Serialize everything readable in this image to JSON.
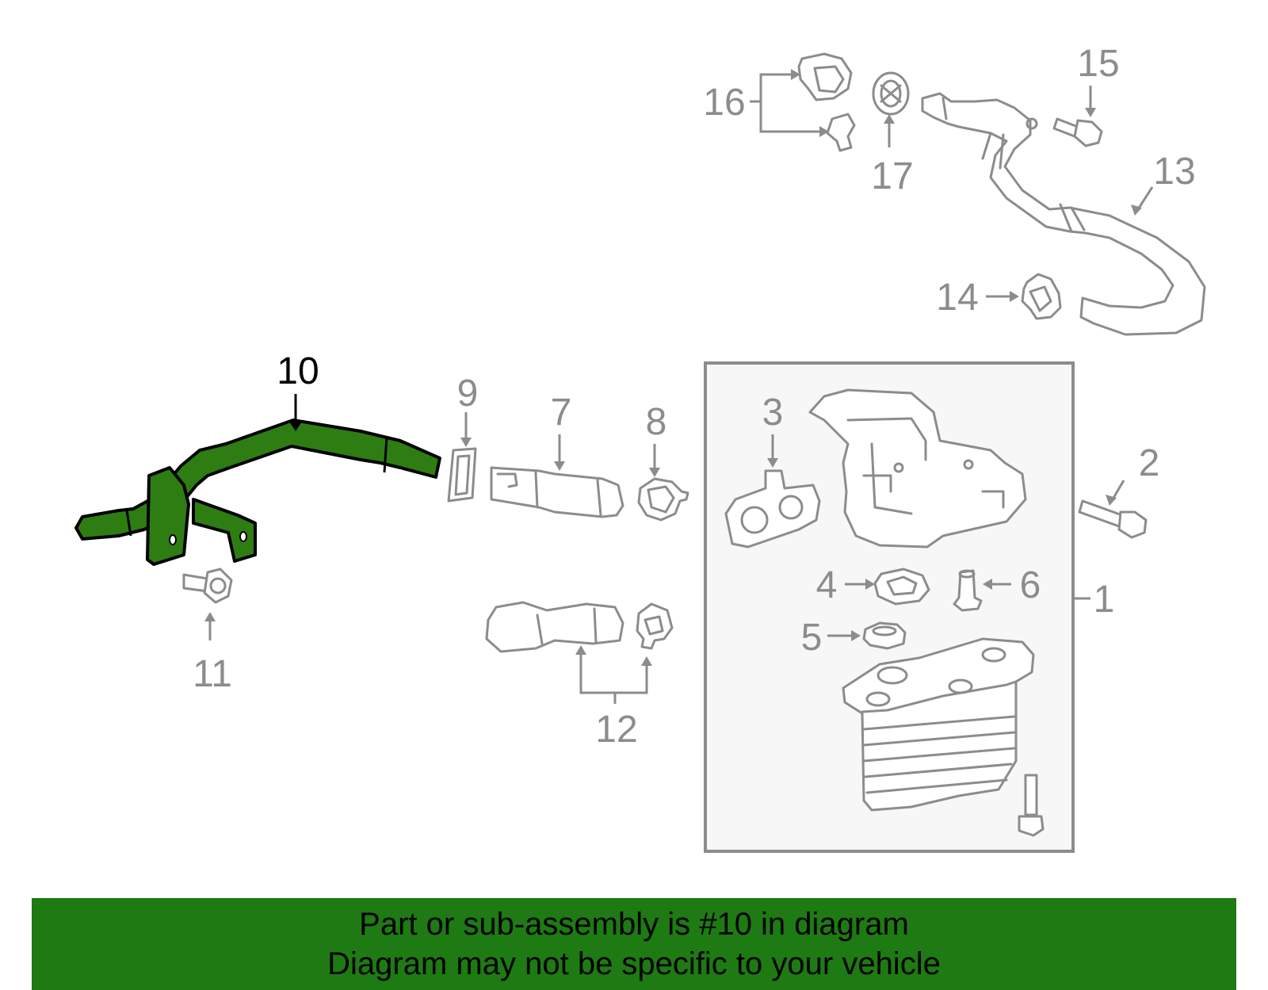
{
  "diagram": {
    "callouts": {
      "c1": "1",
      "c2": "2",
      "c3": "3",
      "c4": "4",
      "c5": "5",
      "c6": "6",
      "c7": "7",
      "c8": "8",
      "c9": "9",
      "c10": "10",
      "c11": "11",
      "c12": "12",
      "c13": "13",
      "c14": "14",
      "c15": "15",
      "c16": "16",
      "c17": "17"
    },
    "highlighted_part": "10",
    "colors": {
      "highlight": "#2e7d12",
      "line_art": "#8c8c8c",
      "banner": "#1e7a12"
    }
  },
  "banner": {
    "line1": "Part or sub-assembly is #10 in diagram",
    "line2": "Diagram may not be specific to your vehicle"
  }
}
